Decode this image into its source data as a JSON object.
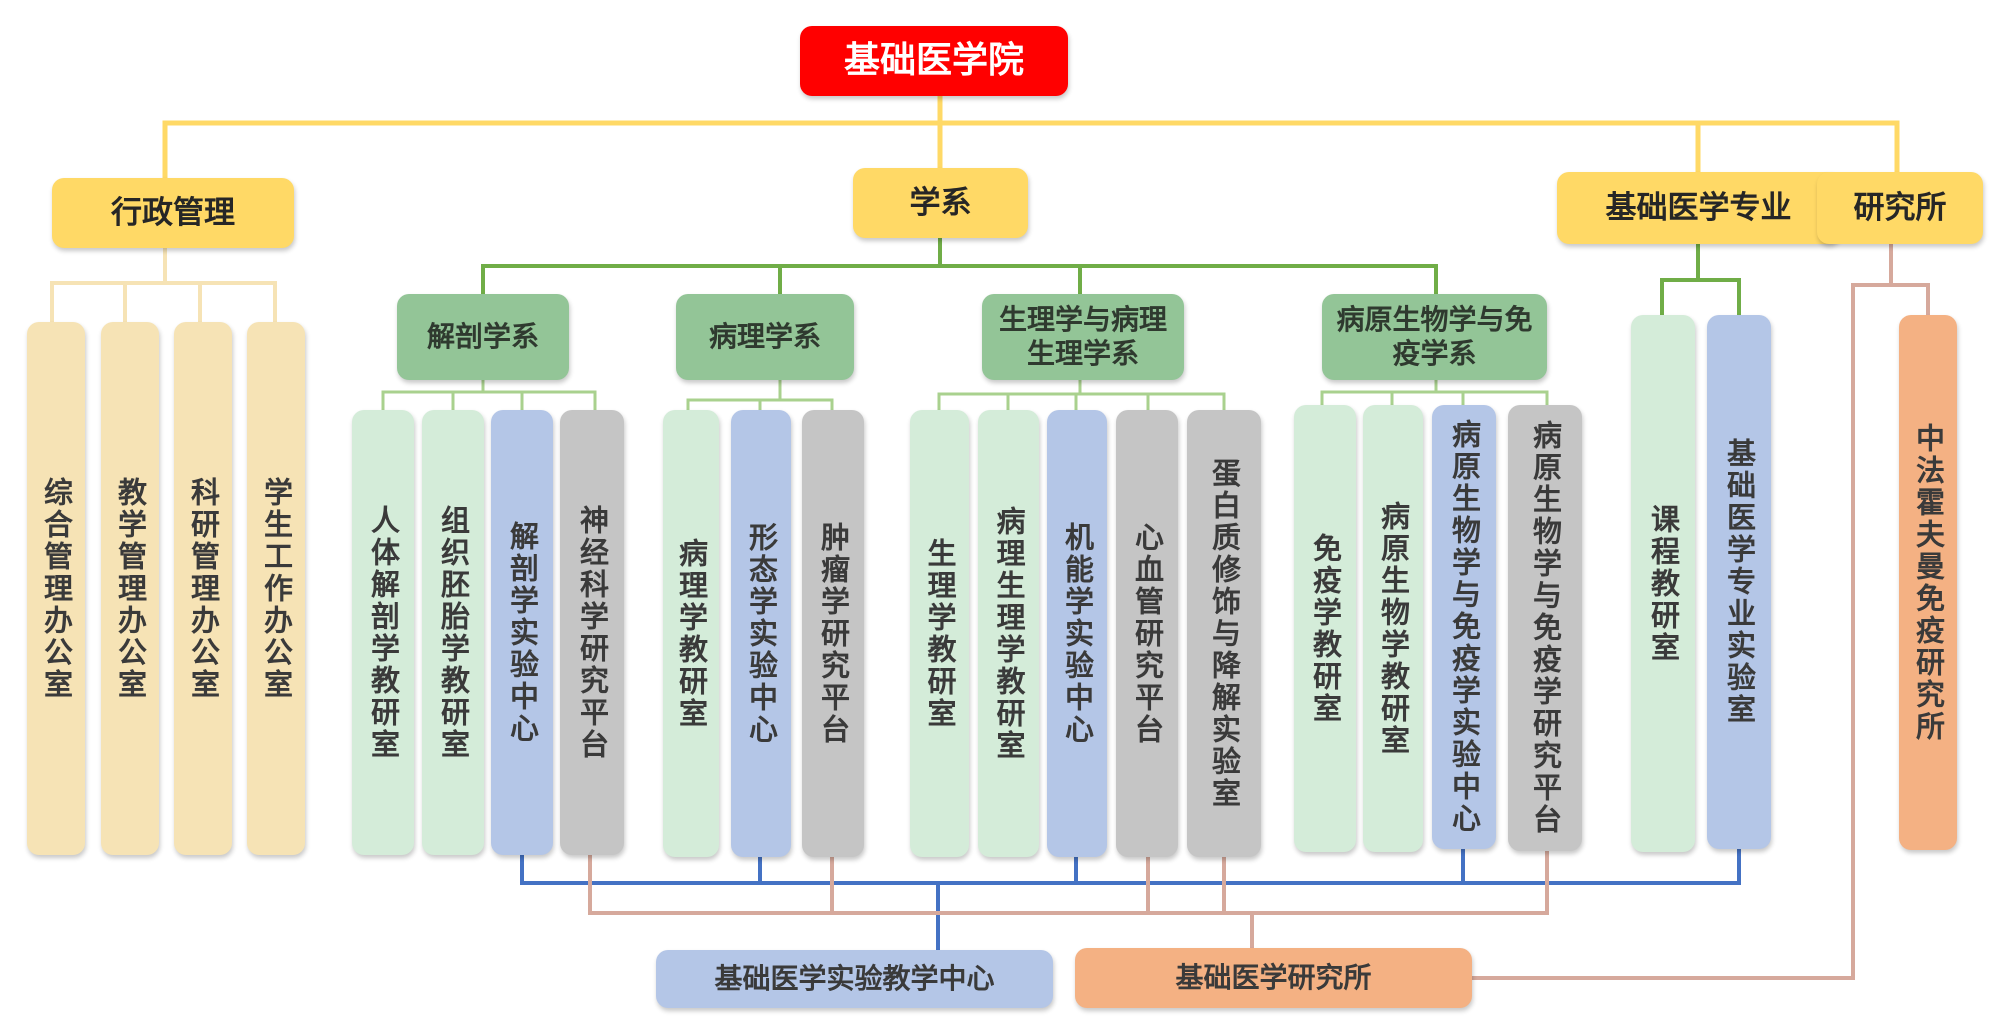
{
  "root": {
    "label": "基础医学院"
  },
  "level1": {
    "admin": "行政管理",
    "departments": "学系",
    "major": "基础医学专业",
    "institutes": "研究所"
  },
  "admin_offices": [
    "综合管理办公室",
    "教学管理办公室",
    "科研管理办公室",
    "学生工作办公室"
  ],
  "departments": [
    {
      "name": "解剖学系",
      "units": [
        "人体解剖学教研室",
        "组织胚胎学教研室",
        "解剖学实验中心",
        "神经科学研究平台"
      ]
    },
    {
      "name": "病理学系",
      "units": [
        "病理学教研室",
        "形态学实验中心",
        "肿瘤学研究平台"
      ]
    },
    {
      "name": "生理学与病理生理学系",
      "units": [
        "生理学教研室",
        "病理生理学教研室",
        "机能学实验中心",
        "心血管研究平台",
        "蛋白质修饰与降解实验室"
      ]
    },
    {
      "name": "病原生物学与免疫学系",
      "units": [
        "免疫学教研室",
        "病原生物学教研室",
        "病原生物学与免疫学实验中心",
        "病原生物学与免疫学研究平台"
      ]
    }
  ],
  "major_units": [
    "课程教研室",
    "基础医学专业实验室"
  ],
  "institute_units": [
    "中法霍夫曼免疫研究所"
  ],
  "centers": {
    "teaching": "基础医学实验教学中心",
    "research": "基础医学研究所"
  },
  "colors": {
    "root": "#ff0000",
    "level1": "#ffd966",
    "admin_office": "#f6e3b5",
    "department": "#93c597",
    "teaching_unit": "#d4ecd9",
    "experiment_center": "#b4c6e7",
    "research_platform": "#c5c5c5",
    "research_institute": "#f4b183",
    "line_gold": "#ffd966",
    "line_sand": "#f6e3b5",
    "line_green": "#70ad47",
    "line_lightgreen": "#a9d18e",
    "line_blue": "#4472c4",
    "line_salmon": "#d6a99c"
  }
}
